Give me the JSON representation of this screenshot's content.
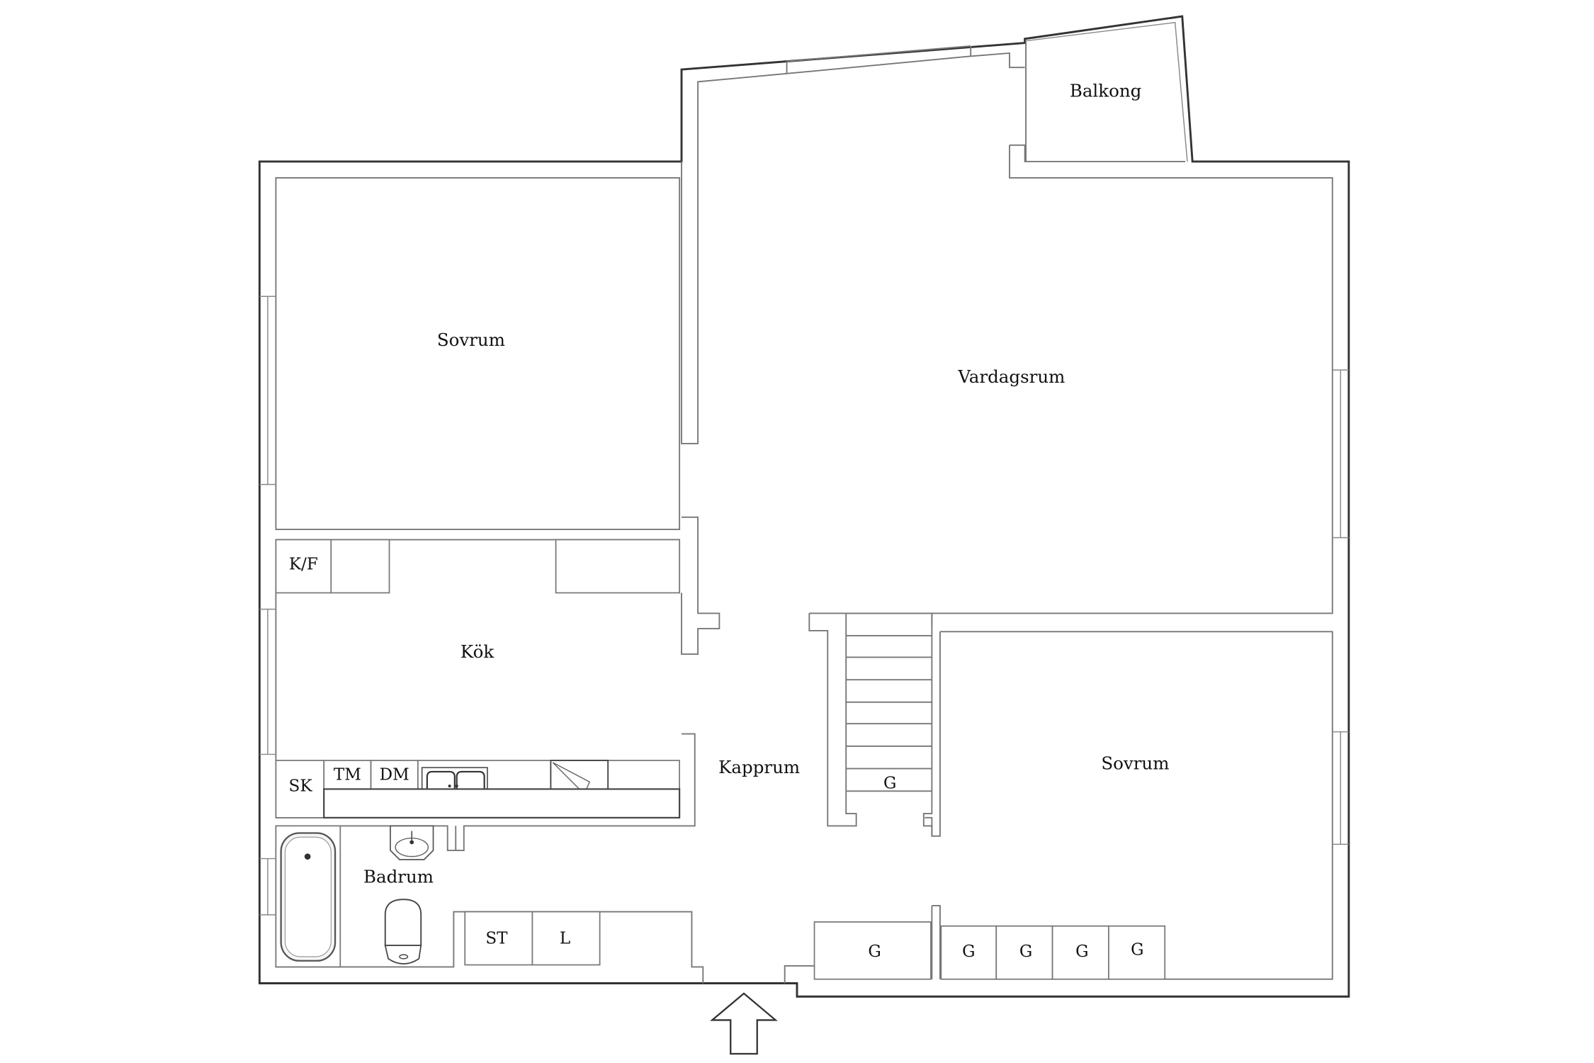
{
  "rooms": {
    "bedroom_1": "Sovrum",
    "living_room": "Vardagsrum",
    "balcony": "Balkong",
    "kitchen": "Kök",
    "hall": "Kapprum",
    "bedroom_2": "Sovrum",
    "bathroom": "Badrum"
  },
  "fixtures": {
    "fridge_freezer": "K/F",
    "broom_closet": "SK",
    "dryer": "TM",
    "dishwasher": "DM",
    "stair_closet": "G",
    "washer_dryer_cabinet": "ST",
    "linen_cabinet": "L",
    "wardrobes": [
      "G",
      "G",
      "G",
      "G",
      "G"
    ]
  },
  "stairs": {
    "treads": 9
  },
  "entrance": {
    "icon": "entrance-arrow-icon"
  },
  "colors": {
    "wall_outer": "#333333",
    "wall_inner": "#777777",
    "background": "#ffffff"
  }
}
